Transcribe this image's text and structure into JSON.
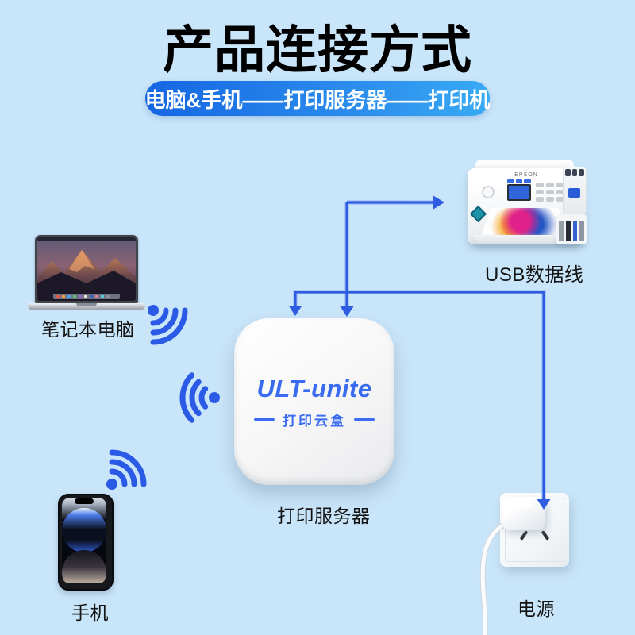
{
  "title": "产品连接方式",
  "banner": {
    "text": "电脑&手机——打印服务器——打印机"
  },
  "diagram": {
    "laptop": {
      "label": "笔记本电脑"
    },
    "printer": {
      "label": "USB数据线",
      "brand": "EPSON"
    },
    "server": {
      "label": "打印服务器",
      "logo": "ULT-unite",
      "product": "打印云盒"
    },
    "phone": {
      "label": "手机"
    },
    "power": {
      "label": "电源"
    }
  },
  "icons": {
    "wifi": "wifi-signal-icon",
    "arrow": "connection-arrow-icon"
  },
  "colors": {
    "background": "#c9e5f9",
    "accent_blue": "#2e5de2",
    "banner_gradient_left": "#1566e2",
    "banner_gradient_right": "#38abf4",
    "logo_blue": "#3a6cf0",
    "title_text": "#000000"
  }
}
